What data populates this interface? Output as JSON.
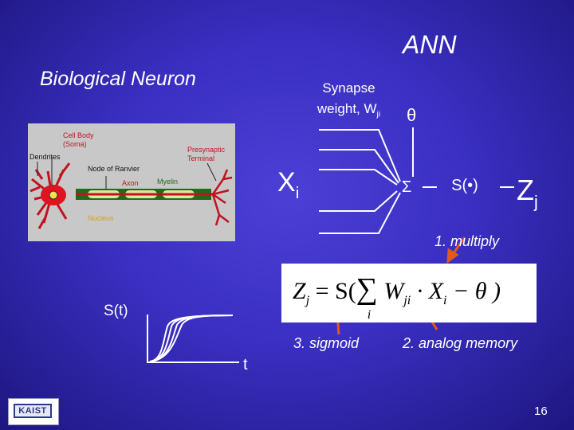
{
  "titles": {
    "ann": "ANN",
    "bio": "Biological Neuron"
  },
  "ann_diagram": {
    "synapse_line1": "Synapse",
    "synapse_line2": "weight, W",
    "synapse_sub": "ji",
    "theta": "θ",
    "input_base": "X",
    "input_sub": "i",
    "sum_symbol": "Σ",
    "activation": "S(•)",
    "output_base": "Z",
    "output_sub": "j"
  },
  "neuron_labels": {
    "cell_body": [
      "Cell Body",
      "(Soma)"
    ],
    "dendrites": "Dendrites",
    "node": "Node of Ranvier",
    "presynaptic": [
      "Presynaptic",
      "Terminal"
    ],
    "axon": "Axon",
    "myelin": "Myelin",
    "nucleus": "Nucleus"
  },
  "formula": {
    "lhs": "Z",
    "lhs_sub": "j",
    "eq": "= S(",
    "sum": "∑",
    "sum_sub": "i",
    "w": "W",
    "w_sub": "ji",
    "dot": "· X",
    "x_sub": "i",
    "rest": "− θ  )"
  },
  "annotations": {
    "multiply": "1. multiply",
    "sigmoid": "3. sigmoid",
    "memory": "2. analog memory"
  },
  "sigmoid_plot": {
    "ylabel": "S(t)",
    "xlabel": "t"
  },
  "logo_text": "KAIST",
  "page_number": "16",
  "colors": {
    "arrow": "#e05a1a",
    "line": "#ffffff"
  }
}
